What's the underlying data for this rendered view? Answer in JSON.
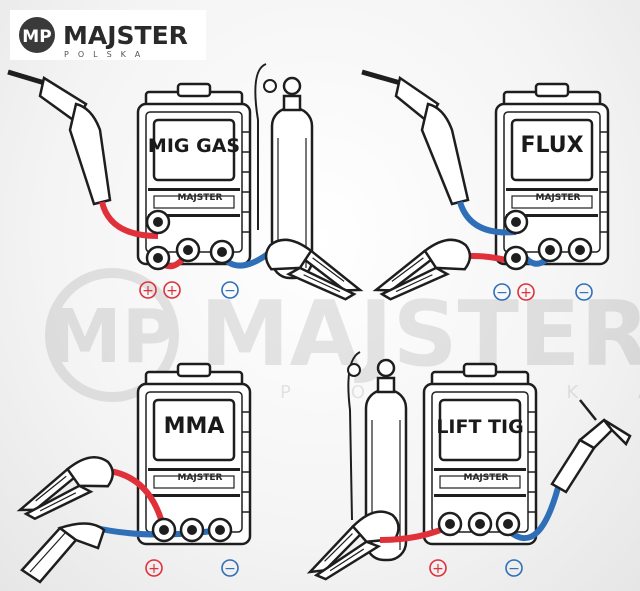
{
  "logo": {
    "mark": "MP",
    "name": "MAJSTER",
    "sub": "POLSKA"
  },
  "watermark": {
    "mark": "MP",
    "name": "MAJSTER",
    "sub": "POLSKA"
  },
  "panels": [
    {
      "mode": "MIG GAS",
      "brand": "MAJSTER",
      "polarity": [
        "+",
        "+",
        "−"
      ]
    },
    {
      "mode": "FLUX",
      "brand": "MAJSTER",
      "polarity": [
        "−",
        "+",
        "−"
      ]
    },
    {
      "mode": "MMA",
      "brand": "MAJSTER",
      "polarity": [
        "+",
        "−"
      ]
    },
    {
      "mode": "LIFT TIG",
      "brand": "MAJSTER",
      "polarity": [
        "+",
        "−"
      ]
    }
  ],
  "colors": {
    "positive": "#e0303a",
    "negative": "#2f6fb8",
    "outline": "#1e1e1e"
  }
}
